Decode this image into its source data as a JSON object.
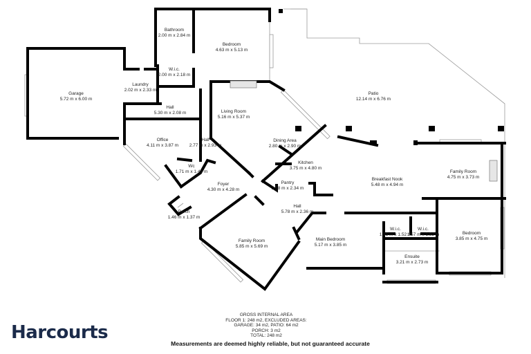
{
  "rooms": [
    {
      "id": "bathroom",
      "name": "Bathroom",
      "dims": "2.00 m x 2.84 m"
    },
    {
      "id": "bedroom_top",
      "name": "Bedroom",
      "dims": "4.63 m x 5.13 m"
    },
    {
      "id": "wic_top",
      "name": "W.i.c.",
      "dims": "2.00 m x 2.18 m"
    },
    {
      "id": "laundry",
      "name": "Laundry",
      "dims": "2.02 m x 2.33 m"
    },
    {
      "id": "garage",
      "name": "Garage",
      "dims": "5.72 m x 6.00 m"
    },
    {
      "id": "hall_top",
      "name": "Hall",
      "dims": "5.30 m x 2.08 m"
    },
    {
      "id": "patio",
      "name": "Patio",
      "dims": "12.14 m x 6.76 m"
    },
    {
      "id": "living",
      "name": "Living Room",
      "dims": "5.16 m x 5.37 m"
    },
    {
      "id": "office",
      "name": "Office",
      "dims": "4.11 m x 3.87 m"
    },
    {
      "id": "hall_mid",
      "name": "Hall",
      "dims": "2.77 m x 2.93 m"
    },
    {
      "id": "dining",
      "name": "Dining Area",
      "dims": "2.80 m x 2.90 m"
    },
    {
      "id": "kitchen",
      "name": "Kitchen",
      "dims": "3.75 m x 4.80 m"
    },
    {
      "id": "wc",
      "name": "Wc",
      "dims": "1.71 m x 1.49 m"
    },
    {
      "id": "family_right",
      "name": "Family Room",
      "dims": "4.75 m x 3.73 m"
    },
    {
      "id": "breakfast",
      "name": "Breakfast Nook",
      "dims": "5.48 m x 4.94 m"
    },
    {
      "id": "pantry",
      "name": "Pantry",
      "dims": "2.58 m x 2.34 m"
    },
    {
      "id": "foyer",
      "name": "Foyer",
      "dims": "4.30 m x 4.28 m"
    },
    {
      "id": "porch",
      "name": "Porch",
      "dims": "1.46 m x 1.37 m"
    },
    {
      "id": "hall_low",
      "name": "Hall",
      "dims": "5.78 m x 2.36 m"
    },
    {
      "id": "wic_a",
      "name": "W.i.c.",
      "dims": "1.55 m x 1.52 m"
    },
    {
      "id": "wic_b",
      "name": "W.i.c.",
      "dims": "1.57 m x 1.52 m"
    },
    {
      "id": "bedroom_right",
      "name": "Bedroom",
      "dims": "3.85 m x 4.75 m"
    },
    {
      "id": "main_bedroom",
      "name": "Main Bedroom",
      "dims": "5.17 m x 3.85 m"
    },
    {
      "id": "family_low",
      "name": "Family Room",
      "dims": "5.85 m x 5.69 m"
    },
    {
      "id": "ensuite",
      "name": "Ensuite",
      "dims": "3.21 m x 2.73 m"
    }
  ],
  "area_summary": [
    "GROSS INTERNAL AREA",
    "FLOOR 1: 248 m2, EXCLUDED AREAS:",
    "GARAGE: 34 m2, PATIO: 64 m2",
    "PORCH: 3 m2",
    "TOTAL: 248 m2"
  ],
  "disclaimer": "Measurements are deemed highly reliable, but not guaranteed accurate",
  "brand": "Harcourts",
  "colors": {
    "wall": "#000000",
    "text": "#222222",
    "brand": "#1b2b4a"
  }
}
